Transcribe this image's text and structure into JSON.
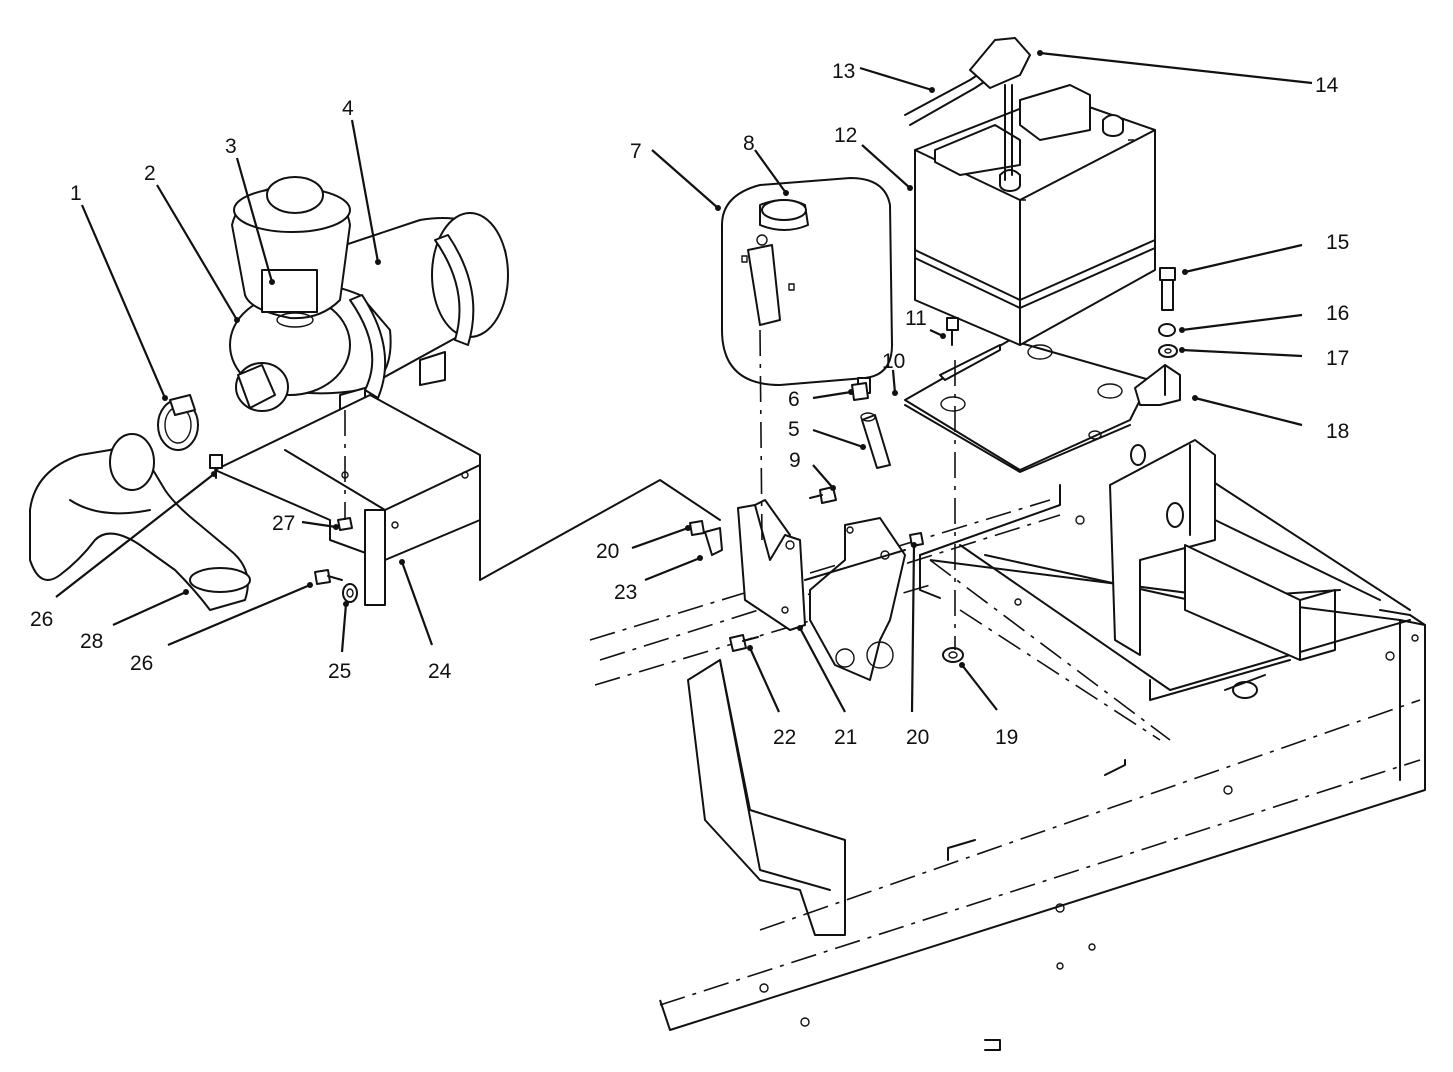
{
  "callouts": [
    {
      "id": "c1",
      "text": "1"
    },
    {
      "id": "c2",
      "text": "2"
    },
    {
      "id": "c3",
      "text": "3"
    },
    {
      "id": "c4",
      "text": "4"
    },
    {
      "id": "c5",
      "text": "5"
    },
    {
      "id": "c6",
      "text": "6"
    },
    {
      "id": "c7",
      "text": "7"
    },
    {
      "id": "c8",
      "text": "8"
    },
    {
      "id": "c9",
      "text": "9"
    },
    {
      "id": "c10",
      "text": "10"
    },
    {
      "id": "c11",
      "text": "11"
    },
    {
      "id": "c12",
      "text": "12"
    },
    {
      "id": "c13",
      "text": "13"
    },
    {
      "id": "c14",
      "text": "14"
    },
    {
      "id": "c15",
      "text": "15"
    },
    {
      "id": "c16",
      "text": "16"
    },
    {
      "id": "c17",
      "text": "17"
    },
    {
      "id": "c18",
      "text": "18"
    },
    {
      "id": "c19",
      "text": "19"
    },
    {
      "id": "c20a",
      "text": "20"
    },
    {
      "id": "c20b",
      "text": "20"
    },
    {
      "id": "c21",
      "text": "21"
    },
    {
      "id": "c22",
      "text": "22"
    },
    {
      "id": "c23",
      "text": "23"
    },
    {
      "id": "c24",
      "text": "24"
    },
    {
      "id": "c25",
      "text": "25"
    },
    {
      "id": "c26a",
      "text": "26"
    },
    {
      "id": "c26b",
      "text": "26"
    },
    {
      "id": "c27",
      "text": "27"
    },
    {
      "id": "c28",
      "text": "28"
    }
  ]
}
